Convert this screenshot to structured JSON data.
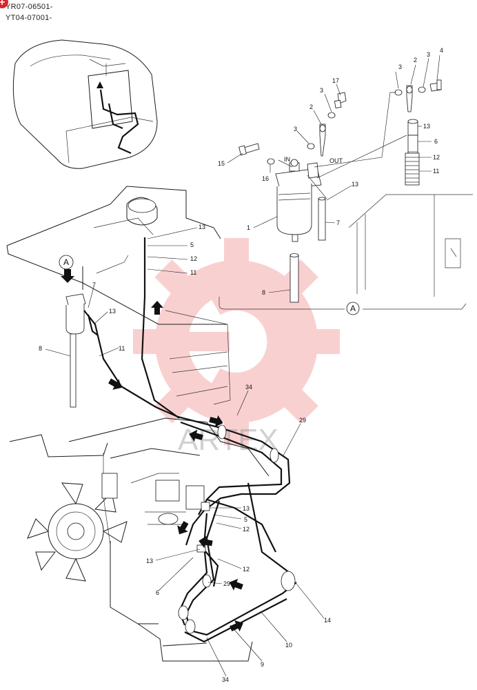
{
  "serials": [
    "YR07-06501-",
    "YT04-07001-"
  ],
  "callouts": {
    "n1": "1",
    "n2": "2",
    "n3": "3",
    "n4": "4",
    "n5": "5",
    "n6": "6",
    "n7": "7",
    "n8": "8",
    "n9": "9",
    "n10": "10",
    "n11": "11",
    "n12": "12",
    "n13": "13",
    "n14": "14",
    "n15": "15",
    "n16": "16",
    "n17": "17",
    "n29": "29",
    "n34": "34"
  },
  "port_labels": {
    "in": "IN",
    "out": "OUT"
  },
  "detail_marker": "A",
  "watermark": {
    "text": "ARTEX",
    "color": "#e8302f"
  },
  "colors": {
    "ink": "#111111",
    "badge": "#d9262b",
    "background": "#ffffff"
  }
}
